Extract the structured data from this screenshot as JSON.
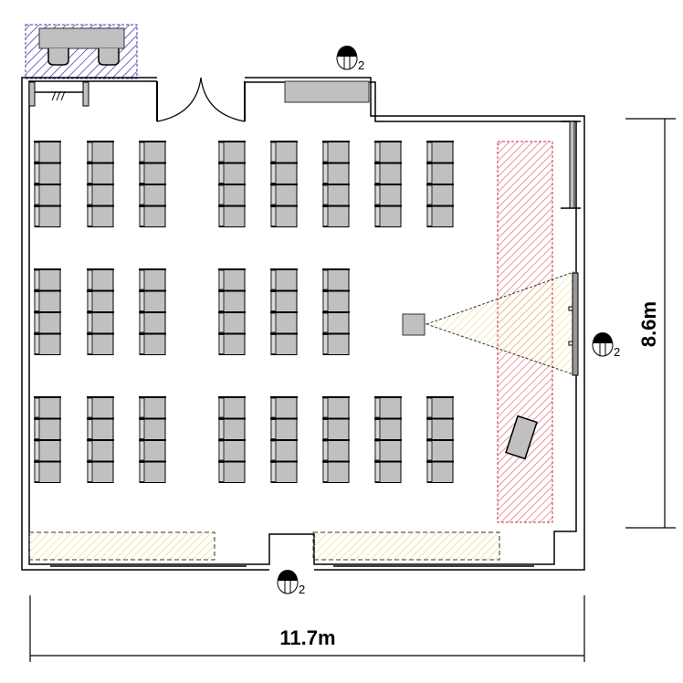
{
  "dimensions": {
    "width_label": "11.7m",
    "depth_label": "8.6m"
  },
  "outlets": [
    {
      "label": "2"
    },
    {
      "label": "2"
    },
    {
      "label": "2"
    }
  ],
  "seating_blocks": [
    {
      "columns": 8,
      "chairs_per_column": 4
    },
    {
      "columns": 6,
      "chairs_per_column": 4
    },
    {
      "columns": 8,
      "chairs_per_column": 4
    }
  ],
  "colors": {
    "chair": "#c0c0c0",
    "furniture": "#c0c0c0",
    "hatch_blue": "#3a3ab0",
    "hatch_red": "#e06070",
    "hatch_yellow": "#f0dc80",
    "wall": "#000000"
  }
}
